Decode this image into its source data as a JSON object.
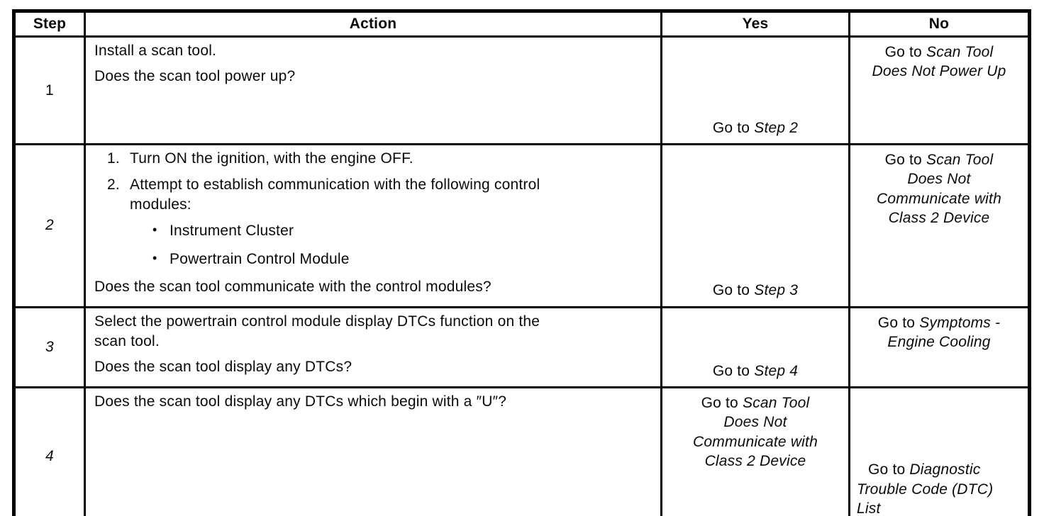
{
  "table": {
    "border_color": "#000000",
    "text_color": "#0a0a0a",
    "background_color": "#ffffff",
    "headers": [
      {
        "key": "step",
        "label": "Step"
      },
      {
        "key": "action",
        "label": "Action"
      },
      {
        "key": "yes",
        "label": "Yes"
      },
      {
        "key": "no",
        "label": "No"
      }
    ],
    "rows": [
      {
        "step": "1",
        "step_italic": false,
        "action": [
          {
            "type": "para",
            "text": "Install a scan tool."
          },
          {
            "type": "para",
            "text": "Does the scan tool power up?"
          }
        ],
        "yes": {
          "valign": "bottom",
          "align": "center",
          "prefix": "Go to",
          "ref_lines": [
            "Step 2"
          ]
        },
        "no": {
          "valign": "top",
          "align": "center",
          "prefix": "Go to",
          "ref_lines": [
            "Scan Tool",
            "Does Not Power Up"
          ]
        }
      },
      {
        "step": "2",
        "step_italic": true,
        "action": [
          {
            "type": "num",
            "marker": "1.",
            "text": "Turn ON the ignition, with the engine OFF."
          },
          {
            "type": "num",
            "marker": "2.",
            "text": "Attempt to establish communication with the following control\nmodules:"
          },
          {
            "type": "bullet",
            "glyph": "•",
            "text": "Instrument Cluster"
          },
          {
            "type": "bullet",
            "glyph": "•",
            "text": "Powertrain Control Module"
          },
          {
            "type": "para",
            "text": "Does the scan tool communicate with the control modules?"
          }
        ],
        "yes": {
          "valign": "bottom",
          "align": "center",
          "prefix": "Go to",
          "ref_lines": [
            "Step 3"
          ]
        },
        "no": {
          "valign": "top",
          "align": "center",
          "prefix": "Go to",
          "ref_lines": [
            "Scan Tool",
            "Does Not",
            "Communicate with",
            "Class 2 Device"
          ]
        }
      },
      {
        "step": "3",
        "step_italic": true,
        "action": [
          {
            "type": "para",
            "text": "Select the powertrain control module display DTCs function on the\nscan tool."
          },
          {
            "type": "para",
            "text": "Does the scan tool display any DTCs?"
          }
        ],
        "yes": {
          "valign": "bottom",
          "align": "center",
          "prefix": "Go to",
          "ref_lines": [
            "Step 4"
          ]
        },
        "no": {
          "valign": "top",
          "align": "center",
          "prefix": "Go to",
          "ref_lines": [
            "Symptoms -",
            "Engine Cooling"
          ]
        }
      },
      {
        "step": "4",
        "step_italic": true,
        "action": [
          {
            "type": "para",
            "text": "Does the scan tool display any DTCs which begin with a ″U″?"
          }
        ],
        "yes": {
          "valign": "top",
          "align": "center",
          "prefix": "Go to",
          "ref_lines": [
            "Scan Tool",
            "Does Not",
            "Communicate with",
            "Class 2 Device"
          ]
        },
        "no": {
          "valign": "bottom",
          "align": "left",
          "prefix": "Go to",
          "ref_lines": [
            "Diagnostic",
            "Trouble Code (DTC)",
            "List"
          ]
        }
      }
    ]
  }
}
